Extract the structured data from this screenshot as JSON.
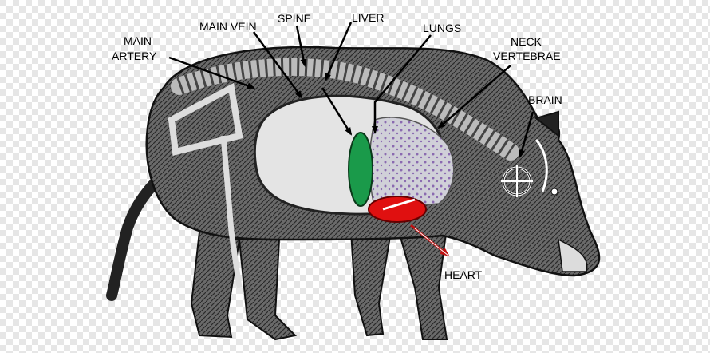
{
  "labels": {
    "main_artery_1": "MAIN",
    "main_artery_2": "ARTERY",
    "main_vein": "MAIN VEIN",
    "spine": "SPINE",
    "liver": "LIVER",
    "lungs": "LUNGS",
    "neck_1": "NECK",
    "neck_2": "VERTEBRAE",
    "brain": "BRAIN",
    "heart": "HEART"
  },
  "colors": {
    "checker_light": "#ffffff",
    "checker_dark": "#e6e6e6",
    "body": "#5a5a5a",
    "body_dark": "#2a2a2a",
    "cavity": "#e4e4e4",
    "liver": "#1a9a4a",
    "heart": "#e01010",
    "lungs": "#8a6ab0",
    "arrow": "#000000",
    "heart_arrow": "#c01010"
  },
  "icons": [
    "crosshair-icon"
  ]
}
